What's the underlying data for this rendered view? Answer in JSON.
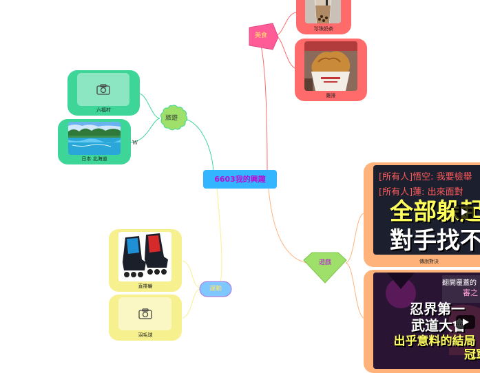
{
  "center": {
    "label": "6603我的興趣"
  },
  "colors": {
    "center_bg": "#33b5ff",
    "center_text": "#b80fd6",
    "travel": "#3ed598",
    "food": "#ff6b6b",
    "game": "#ffb27a",
    "game_node": "#9ee06a",
    "sport": "#f7f08f",
    "sport_node": "#7fc8ff",
    "food_node": "#ff5c97"
  },
  "branches": {
    "travel": {
      "label": "旅遊",
      "items": [
        {
          "caption": "六福村",
          "media": "camera-icon"
        },
        {
          "caption": "日本 北海道",
          "media": "lake-photo"
        }
      ],
      "marker": "W"
    },
    "food": {
      "label": "美食",
      "items": [
        {
          "caption": "珍珠奶茶",
          "media": "milk-tea-photo"
        },
        {
          "caption": "雞排",
          "media": "fried-chicken-photo"
        }
      ]
    },
    "game": {
      "label": "遊戲",
      "items": [
        {
          "caption": "傳說對決",
          "media": "video-thumbnail",
          "line1": "[所有人]悟空: 我要檢舉",
          "line2": "[所有人]蓮: 出來面對",
          "title1": "全部躲起",
          "title2": "對手找不"
        },
        {
          "caption": "",
          "media": "video-thumbnail",
          "line1": "翻開覆蓋的",
          "line2": "審之",
          "title1": "忍界第一",
          "title2": "武道大會",
          "title3": "出乎意料的結局",
          "title4": "冠軍"
        }
      ]
    },
    "sport": {
      "label": "運動",
      "items": [
        {
          "caption": "直排輪",
          "media": "skates-photo"
        },
        {
          "caption": "羽毛球",
          "media": "camera-icon"
        }
      ]
    }
  }
}
